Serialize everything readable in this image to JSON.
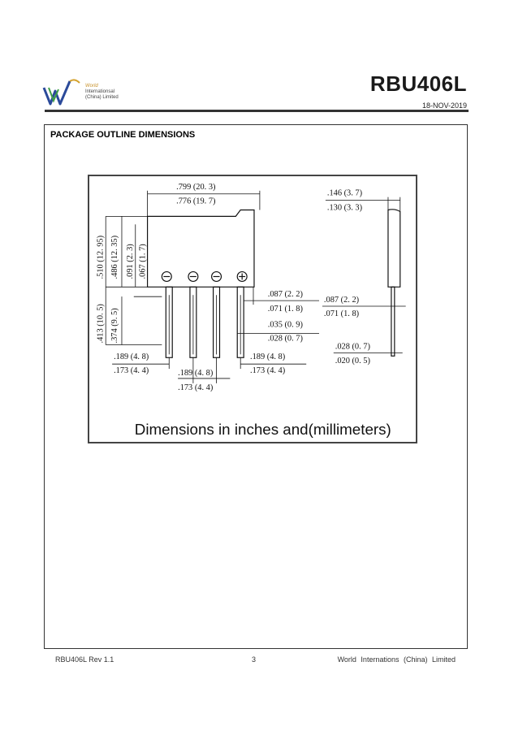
{
  "header": {
    "logo_lines": [
      "World",
      "Internationsal",
      "(China) Limited"
    ],
    "part_number": "RBU406L",
    "date": "18-NOV-2019"
  },
  "section": {
    "title": "PACKAGE OUTLINE DIMENSIONS"
  },
  "drawing": {
    "body_width": [
      ".799 (20. 3)",
      ".776 (19. 7)"
    ],
    "body_height": [
      ".510 (12. 95)",
      ".486 (12. 35)"
    ],
    "tab_height": [
      ".091 (2. 3)",
      ".067 (1. 7)"
    ],
    "lead_length": [
      ".413 (10. 5)",
      ".374 (9. 5)"
    ],
    "lead_width_right": [
      ".087 (2. 2)",
      ".071 (1. 8)"
    ],
    "lead_thick_front": [
      ".035 (0. 9)",
      ".028 (0. 7)"
    ],
    "pitch_left": [
      ".189 (4. 8)",
      ".173 (4. 4)"
    ],
    "pitch_mid": [
      ".189 (4. 8)",
      ".173 (4. 4)"
    ],
    "pitch_right": [
      ".189 (4. 8)",
      ".173 (4. 4)"
    ],
    "side_thickness": [
      ".146 (3. 7)",
      ".130 (3. 3)"
    ],
    "side_lead_width": [
      ".087 (2. 2)",
      ".071 (1. 8)"
    ],
    "side_lead_thick": [
      ".028 (0. 7)",
      ".020 (0. 5)"
    ],
    "pin_symbols": [
      "⊖",
      "⊝",
      "⊝",
      "⊕"
    ],
    "caption": "Dimensions in inches and(millimeters)"
  },
  "footer": {
    "left": "RBU406L  Rev 1.1",
    "page": "3",
    "right": "World Internations (China) Limited"
  }
}
